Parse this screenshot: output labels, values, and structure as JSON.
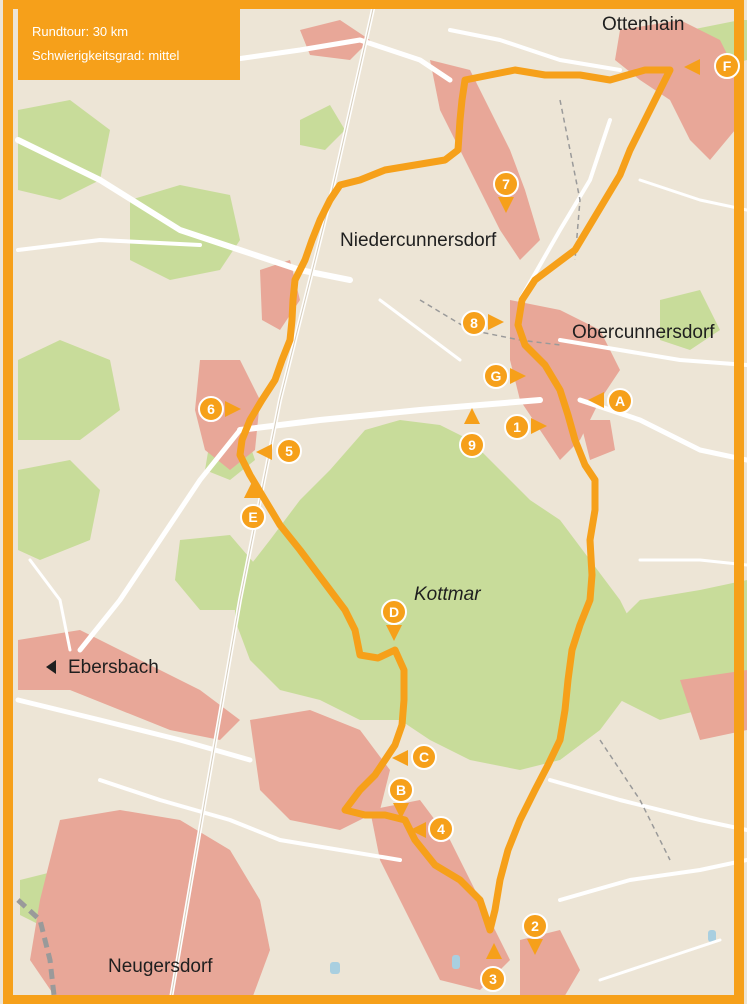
{
  "info_box": {
    "line1": "Rundtour: 30 km",
    "line2": "Schwierigkeitsgrad: mittel"
  },
  "colors": {
    "route": "#f6a01a",
    "base": "#ede5d6",
    "forest": "#c8dc9a",
    "settlement": "#e8a798",
    "road": "#ffffff",
    "rail": "#9a9a9a",
    "water": "#a9cfe0",
    "frame": "#f6a01a"
  },
  "places": {
    "ottenhain": "Ottenhain",
    "niedercunnersdorf": "Niedercunnersdorf",
    "obercunnersdorf": "Obercunnersdorf",
    "kottmar": "Kottmar",
    "ebersbach": "Ebersbach",
    "neugersdorf": "Neugersdorf"
  },
  "markers": {
    "n1": "1",
    "n2": "2",
    "n3": "3",
    "n4": "4",
    "n5": "5",
    "n6": "6",
    "n7": "7",
    "n8": "8",
    "n9": "9",
    "a": "A",
    "b": "B",
    "c": "C",
    "d": "D",
    "e": "E",
    "f": "F",
    "g": "G"
  },
  "icons": {
    "ebersbach_direction": "triangle-left-icon"
  }
}
